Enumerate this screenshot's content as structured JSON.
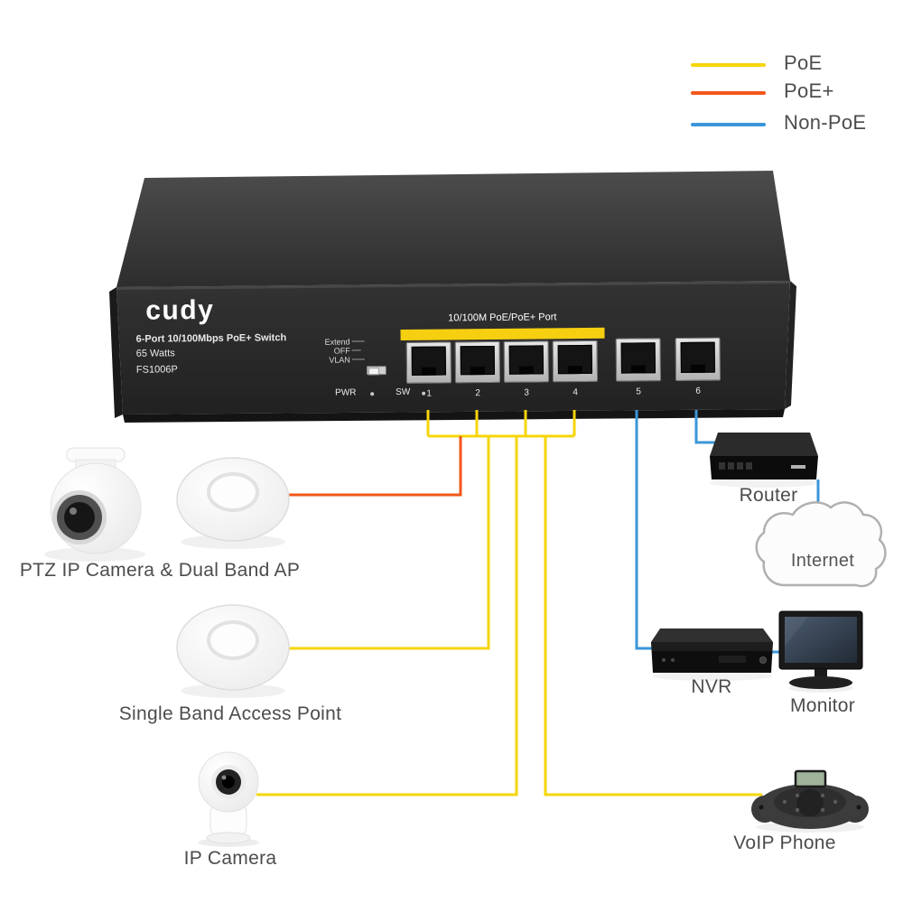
{
  "legend": {
    "items": [
      {
        "id": "poe",
        "label": "PoE",
        "color": "#f6d50a"
      },
      {
        "id": "poe-plus",
        "label": "PoE+",
        "color": "#f2571b"
      },
      {
        "id": "non-poe",
        "label": "Non-PoE",
        "color": "#3b96d9"
      }
    ]
  },
  "switch": {
    "brand": "cudy",
    "title": "6-Port 10/100Mbps PoE+ Switch",
    "watts": "65 Watts",
    "model": "FS1006P",
    "dip": {
      "labels": [
        "Extend",
        "OFF",
        "VLAN"
      ]
    },
    "port_group_label": "10/100M PoE/PoE+ Port",
    "led_labels": [
      "PWR",
      "SW"
    ],
    "port_numbers": [
      "1",
      "2",
      "3",
      "4",
      "5",
      "6"
    ],
    "accent_color": "#f6cf11"
  },
  "devices": {
    "ptz_and_ap": {
      "label": "PTZ IP Camera & Dual Band AP"
    },
    "single_ap": {
      "label": "Single Band Access Point"
    },
    "ip_camera": {
      "label": "IP Camera"
    },
    "router": {
      "label": "Router"
    },
    "internet": {
      "label": "Internet"
    },
    "nvr": {
      "label": "NVR"
    },
    "monitor": {
      "label": "Monitor"
    },
    "voip_phone": {
      "label": "VoIP Phone"
    }
  }
}
